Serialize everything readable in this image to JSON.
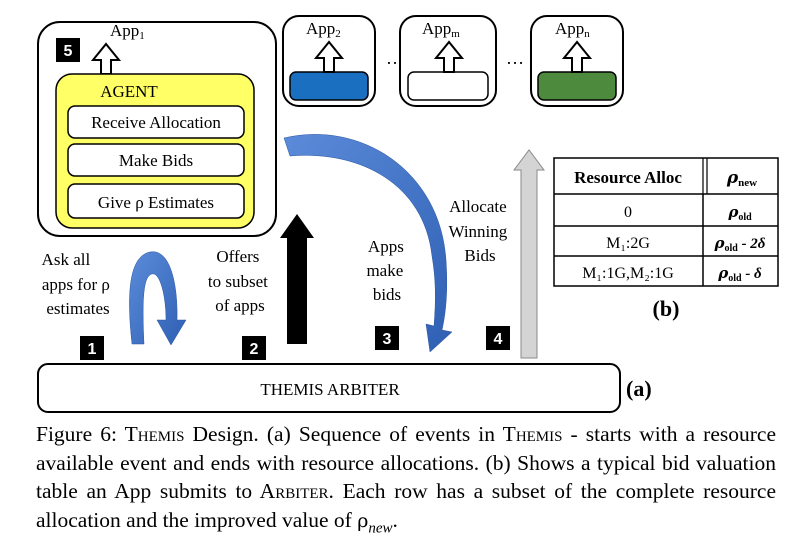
{
  "apps": {
    "app1": {
      "base": "App",
      "sub": "1"
    },
    "app2": {
      "base": "App",
      "sub": "2"
    },
    "appm": {
      "base": "App",
      "sub": "m"
    },
    "appn": {
      "base": "App",
      "sub": "n"
    },
    "ellipsis": "…",
    "app2_fill": "#1a6fc0",
    "appn_fill": "#4e8a3e"
  },
  "agent": {
    "title": "AGENT",
    "fill": "#ffff66",
    "items": [
      "Receive Allocation",
      "Make Bids",
      "Give ρ Estimates"
    ]
  },
  "steps": {
    "s1": {
      "num": "1",
      "lines": [
        "Ask all",
        "apps for ρ",
        "estimates"
      ]
    },
    "s2": {
      "num": "2",
      "lines": [
        "Offers",
        "to subset",
        "of apps"
      ]
    },
    "s3": {
      "num": "3",
      "lines": [
        "Apps",
        "make",
        "bids"
      ]
    },
    "s4": {
      "num": "4",
      "lines": [
        "Allocate",
        "Winning",
        "Bids"
      ]
    },
    "s5": {
      "num": "5"
    }
  },
  "arbiter": {
    "label": "THEMIS ARBITER",
    "part": "(a)"
  },
  "table": {
    "header": {
      "col1": "Resource Alloc",
      "col2_base": "ρ",
      "col2_sub": "new"
    },
    "rows": [
      {
        "c1": "0",
        "rho": "ρ",
        "old": "old",
        "rest": ""
      },
      {
        "c1": "M₁:2G",
        "rho": "ρ",
        "old": "old",
        "rest": " - 2δ"
      },
      {
        "c1": "M₁:1G,M₂:1G",
        "rho": "ρ",
        "old": "old",
        "rest": " - δ"
      }
    ],
    "part": "(b)"
  },
  "caption": {
    "label": "Figure 6: ",
    "t_h": "T",
    "t_sc": "hemis",
    "s1": " Design. (a) Sequence of events in ",
    "t2_h": "T",
    "t2_sc": "hemis",
    "s2": " - starts with a resource available event and ends with resource allocations. (b) Shows a typical bid valuation table an App submits to ",
    "a_h": "A",
    "a_sc": "rbiter",
    "s3": ". Each row has a subset of the complete resource allocation and the improved value of ",
    "rho": "ρ",
    "sub": "new",
    "end": "."
  },
  "colors": {
    "blue_arrow": "#3e6fc2",
    "gray_arrow": "#d4d4d4",
    "black": "#000000"
  }
}
